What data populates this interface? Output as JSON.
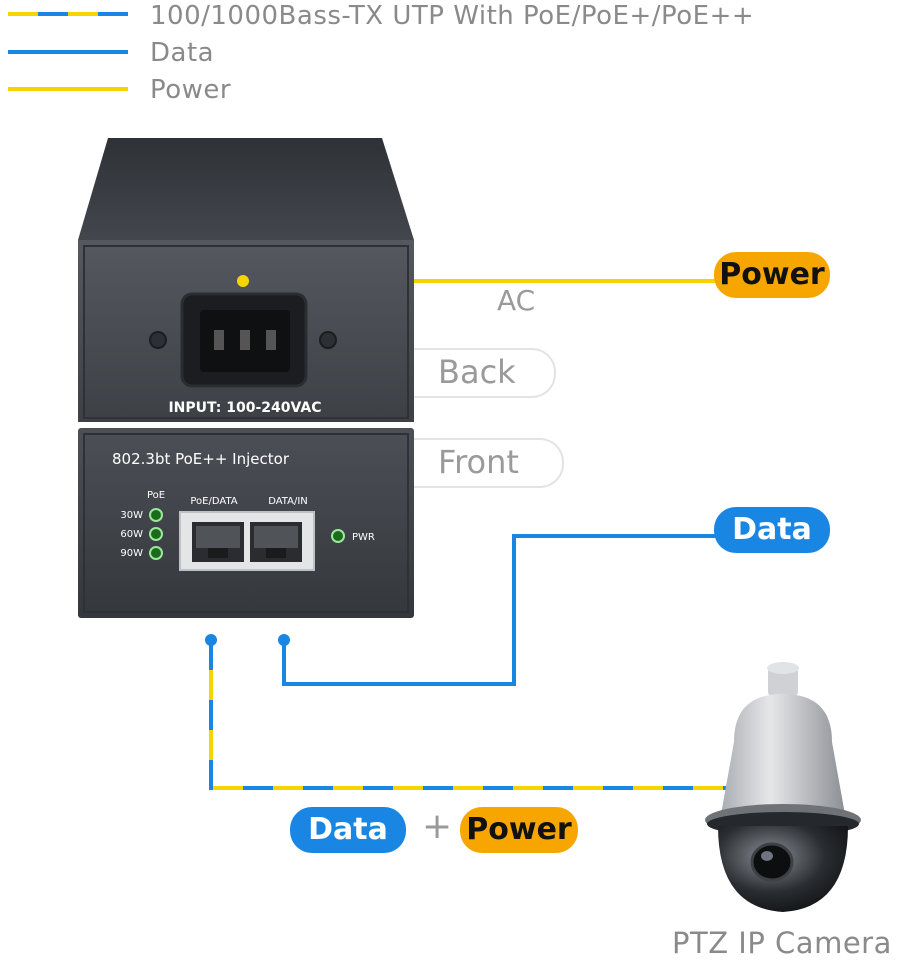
{
  "legend": [
    {
      "label": "100/1000Bass-TX UTP With PoE/PoE+/PoE++"
    },
    {
      "label": "Data"
    },
    {
      "label": "Power"
    }
  ],
  "colors": {
    "data_blue": "#1a86e4",
    "power_yellow": "#f5d400",
    "pill_orange": "#f7a600",
    "device_dark": "#3b3f45"
  },
  "labels": {
    "ac": "AC",
    "back": "Back",
    "front": "Front",
    "power_pill": "Power",
    "data_pill": "Data",
    "combo_data": "Data",
    "combo_plus": "+",
    "combo_power": "Power",
    "camera": "PTZ IP Camera"
  },
  "device": {
    "back_label": "INPUT: 100-240VAC",
    "front_title": "802.3bt PoE++ Injector",
    "poe_header": "PoE",
    "led_levels": [
      "30W",
      "60W",
      "90W"
    ],
    "port_left": "PoE/DATA",
    "port_right": "DATA/IN",
    "pwr_label": "PWR"
  }
}
